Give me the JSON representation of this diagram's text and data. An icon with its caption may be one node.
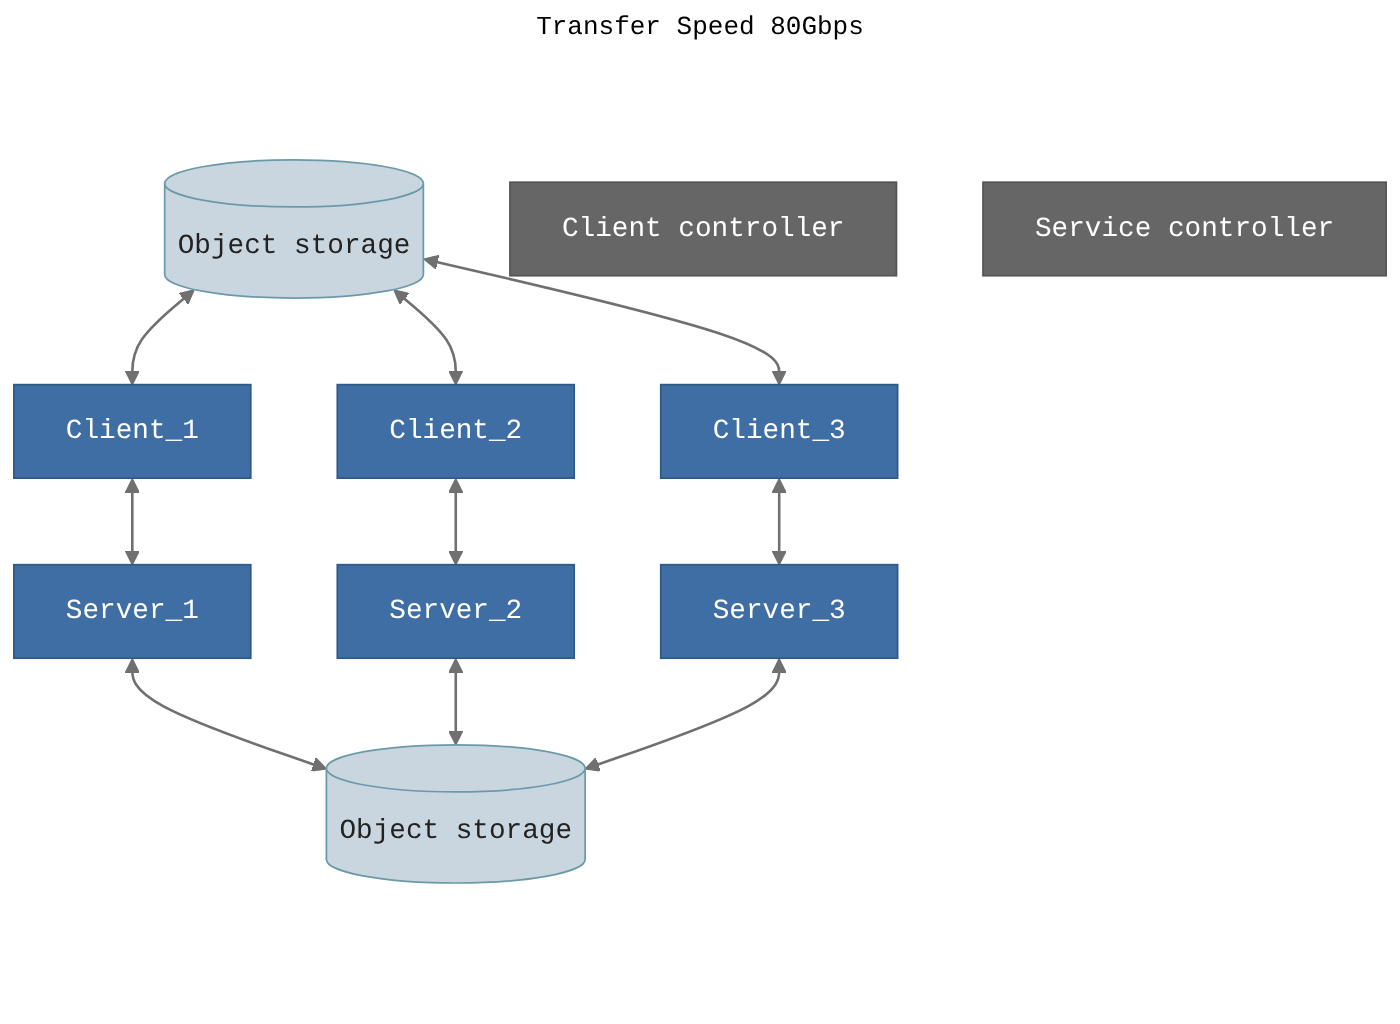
{
  "diagram": {
    "nodes": [
      {
        "text": [
          "Client controller"
        ]
      },
      {
        "text": [
          "Service controller"
        ]
      },
      {
        "text": [
          "Object storage"
        ]
      },
      {
        "text": [
          "Client_1"
        ]
      },
      {
        "text": [
          "Client_2"
        ]
      },
      {
        "text": [
          "Client_3"
        ]
      },
      {
        "text": [
          "Server_1"
        ]
      },
      {
        "text": [
          "Server_2"
        ]
      },
      {
        "text": [
          "Server_3"
        ]
      },
      {
        "text": [
          "Object storage"
        ]
      }
    ],
    "edges": [
      {
        "from": 3,
        "to": 6,
        "arrow": "both"
      },
      {
        "from": 4,
        "to": 7,
        "arrow": "both"
      },
      {
        "from": 5,
        "to": 8,
        "arrow": "both"
      },
      {
        "from": 2,
        "to": 3,
        "arrow": "both"
      },
      {
        "from": 2,
        "to": 4,
        "arrow": "both"
      },
      {
        "from": 2,
        "to": 5,
        "arrow": "both"
      },
      {
        "from": 6,
        "to": 9,
        "arrow": "both"
      },
      {
        "from": 7,
        "to": 9,
        "arrow": "both"
      },
      {
        "from": 8,
        "to": 9,
        "arrow": "both"
      }
    ],
    "labels": [
      "Transfer Speed 80Gbps"
    ]
  }
}
